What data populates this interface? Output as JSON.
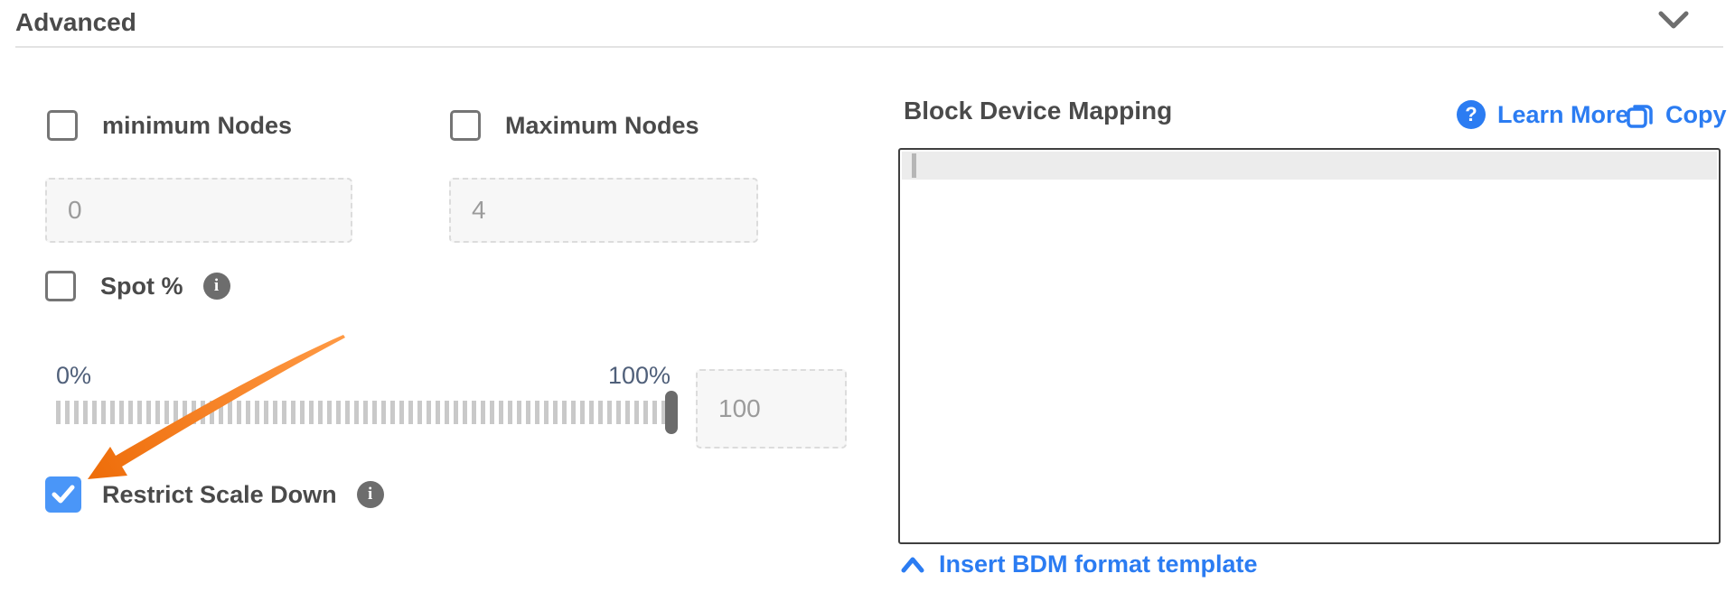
{
  "header": {
    "title": "Advanced"
  },
  "left": {
    "min_nodes": {
      "label": "minimum Nodes",
      "value": "0",
      "checked": false
    },
    "max_nodes": {
      "label": "Maximum Nodes",
      "value": "4",
      "checked": false
    },
    "spot": {
      "label": "Spot %",
      "checked": false
    },
    "slider": {
      "min_label": "0%",
      "max_label": "100%",
      "value": "100",
      "position_percent": 100
    },
    "restrict": {
      "label": "Restrict Scale Down",
      "checked": true
    }
  },
  "right": {
    "title": "Block Device Mapping",
    "learn_more_label": "Learn More",
    "copy_label": "Copy",
    "editor_value": "",
    "insert_template_label": "Insert BDM format template"
  },
  "icons": {
    "question_glyph": "?",
    "info_glyph": "i"
  },
  "colors": {
    "accent_blue": "#2b7cf2",
    "checkbox_blue": "#4a96f8",
    "arrow_orange": "#f07010",
    "handle_gray": "#6b6b6b"
  }
}
